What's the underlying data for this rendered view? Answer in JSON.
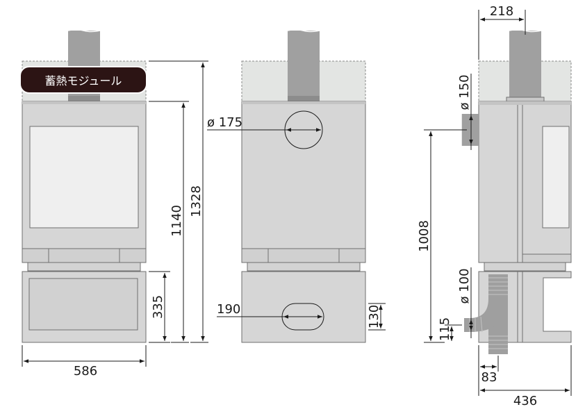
{
  "colors": {
    "body": "#d6d6d6",
    "body_stroke": "#6f6f6f",
    "module": "#e3e5e3",
    "window": "#efefef",
    "flue": "#9f9f9f",
    "badge": "#2c1414",
    "dim_line": "#1a1a1a"
  },
  "badge": {
    "label": "蓄熱モジュール"
  },
  "front_view": {
    "width_dim": "586",
    "base_height_dim": "335",
    "body_height_dim": "1140",
    "total_height_dim": "1328"
  },
  "rear_view": {
    "top_flue_dim": "ø 175",
    "bottom_opening_width_dim": "190",
    "bottom_opening_height_dim": "130"
  },
  "side_view": {
    "flue_offset_dim": "218",
    "side_flue_dim": "ø 150",
    "side_flue_height_dim": "1008",
    "bottom_flue_dim": "ø 100",
    "bottom_flue_height_dim": "115",
    "bottom_flue_offset_dim": "83",
    "depth_dim": "436"
  }
}
